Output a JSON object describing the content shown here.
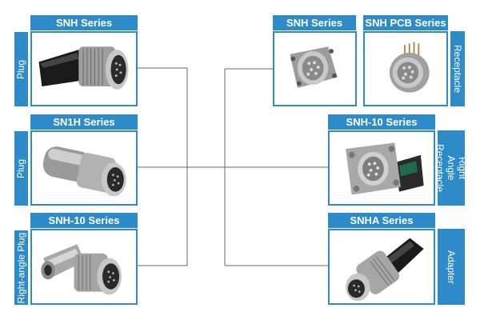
{
  "left": [
    {
      "series": "SNH Series",
      "type": "Plug"
    },
    {
      "series": "SN1H Series",
      "type": "Plug"
    },
    {
      "series": "SNH-10 Series",
      "type": "Right-angle Plug"
    }
  ],
  "right": [
    {
      "series": "SNH Series"
    },
    {
      "series": "SNH PCB Series",
      "type": "Receptacle"
    },
    {
      "series": "SNH-10 Series",
      "type": "Right Angle Receptacle"
    },
    {
      "series": "SNHA Series",
      "type": "Adapter"
    }
  ],
  "colors": {
    "accent": "#2d8bc9",
    "line": "#666666",
    "metal": "#b8b8b8",
    "black": "#1a1a1a"
  }
}
